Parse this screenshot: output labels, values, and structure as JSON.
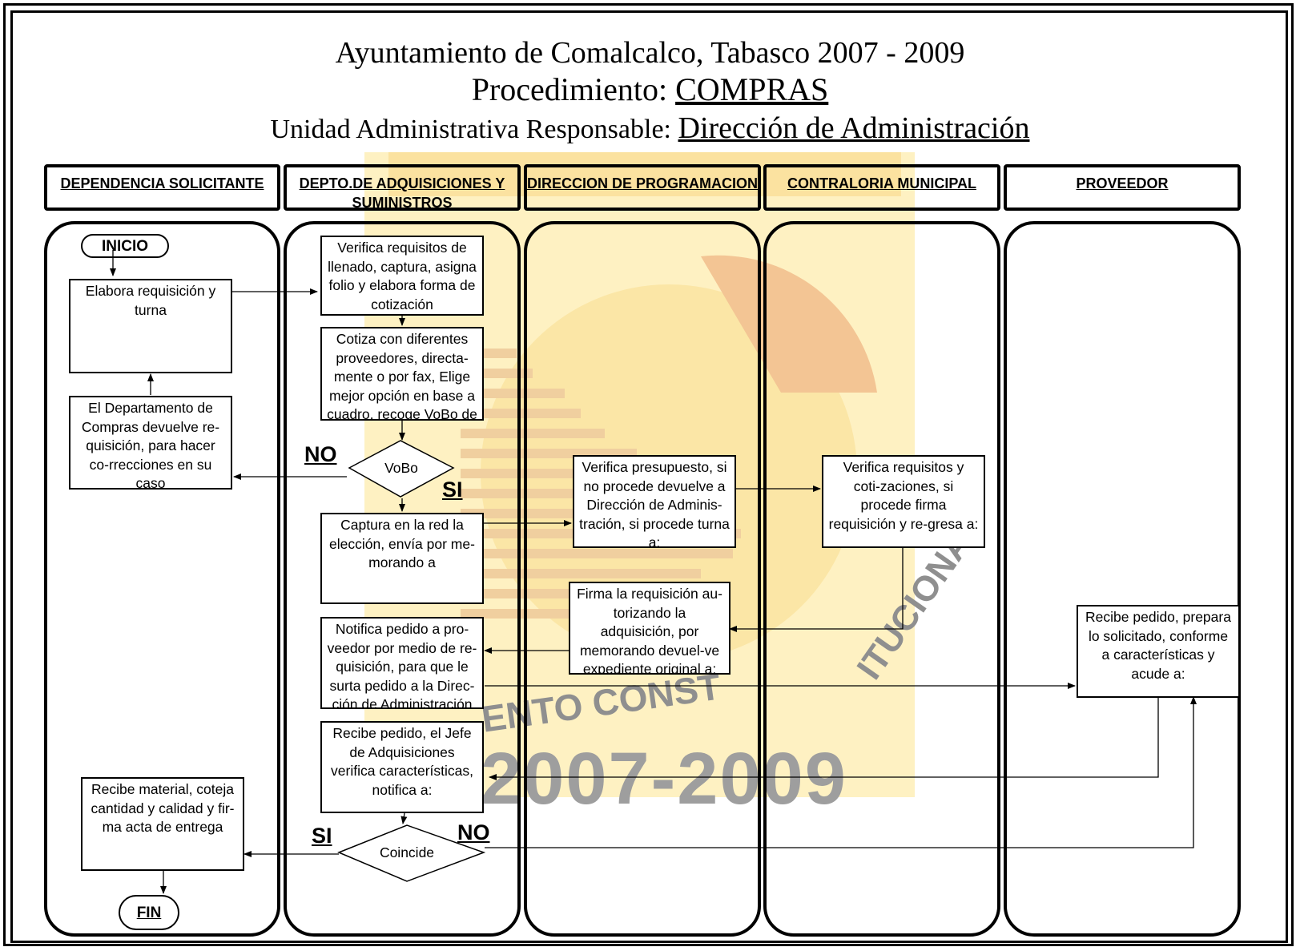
{
  "header": {
    "line1": "Ayuntamiento de Comalcalco, Tabasco 2007 - 2009",
    "line2_prefix": "Procedimiento: ",
    "line2_value": "COMPRAS",
    "line3_prefix": "Unidad Administrativa Responsable: ",
    "line3_value": "Dirección de Administración"
  },
  "lanes": [
    {
      "label": "DEPENDENCIA SOLICITANTE"
    },
    {
      "label": "DEPTO.DE ADQUISICIONES Y SUMINISTROS"
    },
    {
      "label": "DIRECCION DE PROGRAMACION"
    },
    {
      "label": "CONTRALORIA MUNICIPAL"
    },
    {
      "label": "PROVEEDOR"
    }
  ],
  "terminals": {
    "start": "INICIO",
    "end": "FIN"
  },
  "steps": {
    "elabora": "Elabora requisición y turna",
    "devuelve": "El Departamento de Compras devuelve re-quisición, para hacer co-rrecciones en su caso",
    "recibe_material": "Recibe material, coteja cantidad y calidad y fir-ma acta de entrega",
    "verifica_requisitos": "Verifica requisitos de llenado, captura, asigna folio y elabora forma de cotización",
    "cotiza": "Cotiza con diferentes proveedores, directa-mente o por fax, Elige mejor opción en base a cuadro, recoge VoBo de",
    "captura": "Captura en la red la elección, envía por me-morando a",
    "notifica": "Notifica pedido a pro-veedor por medio de re-quisición, para que le surta pedido a la Direc-ción de Administración",
    "recibe_pedido_jefe": "Recibe pedido, el Jefe de Adquisiciones verifica características, notifica a:",
    "verifica_presupuesto": "Verifica presupuesto, si no procede devuelve a Dirección de Adminis-tración, si procede turna a:",
    "firma": "Firma la requisición au-torizando la adquisición, por memorando devuel-ve expediente original a:",
    "verifica_cotizaciones": "Verifica requisitos y coti-zaciones, si procede firma requisición y re-gresa a:",
    "recibe_pedido_prov": "Recibe pedido, prepara lo solicitado, conforme a características y acude a:"
  },
  "decisions": {
    "vobo": "VoBo",
    "coincide": "Coincide"
  },
  "labels": {
    "no1": "NO",
    "si1": "SI",
    "si2": "SI",
    "no2": "NO"
  },
  "watermark": {
    "year": "2007-2009",
    "arc": "AYUNTAMIENTO CONSTITUCIONAL"
  },
  "colors": {
    "watermark_light": "#fdeeb4",
    "watermark_mid": "#f9d27a",
    "watermark_dark": "#f2c390",
    "watermark_text": "#9e9e9e"
  }
}
